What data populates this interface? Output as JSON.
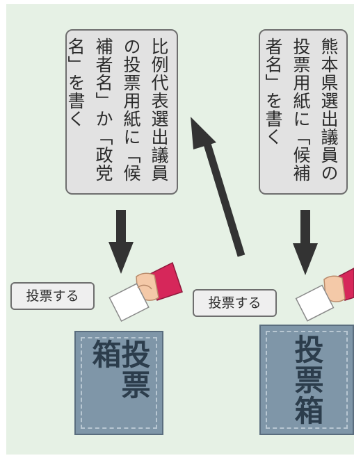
{
  "instructions": {
    "proportional": "比例代表選出議員の投票用紙に「候補者名」か「政党名」を書く",
    "kumamoto": "熊本県選出議員の投票用紙に「候補者名」を書く"
  },
  "actions": {
    "vote_left": "投票する",
    "vote_right": "投票する"
  },
  "ballot_boxes": {
    "left_label": "投票箱",
    "right_label": "投票箱"
  },
  "colors": {
    "background": "#e6f1e5",
    "callout_fill": "#e2e2e2",
    "ballot_box": "#7f96a8",
    "sleeve": "#d6275a",
    "arrow": "#333333"
  }
}
